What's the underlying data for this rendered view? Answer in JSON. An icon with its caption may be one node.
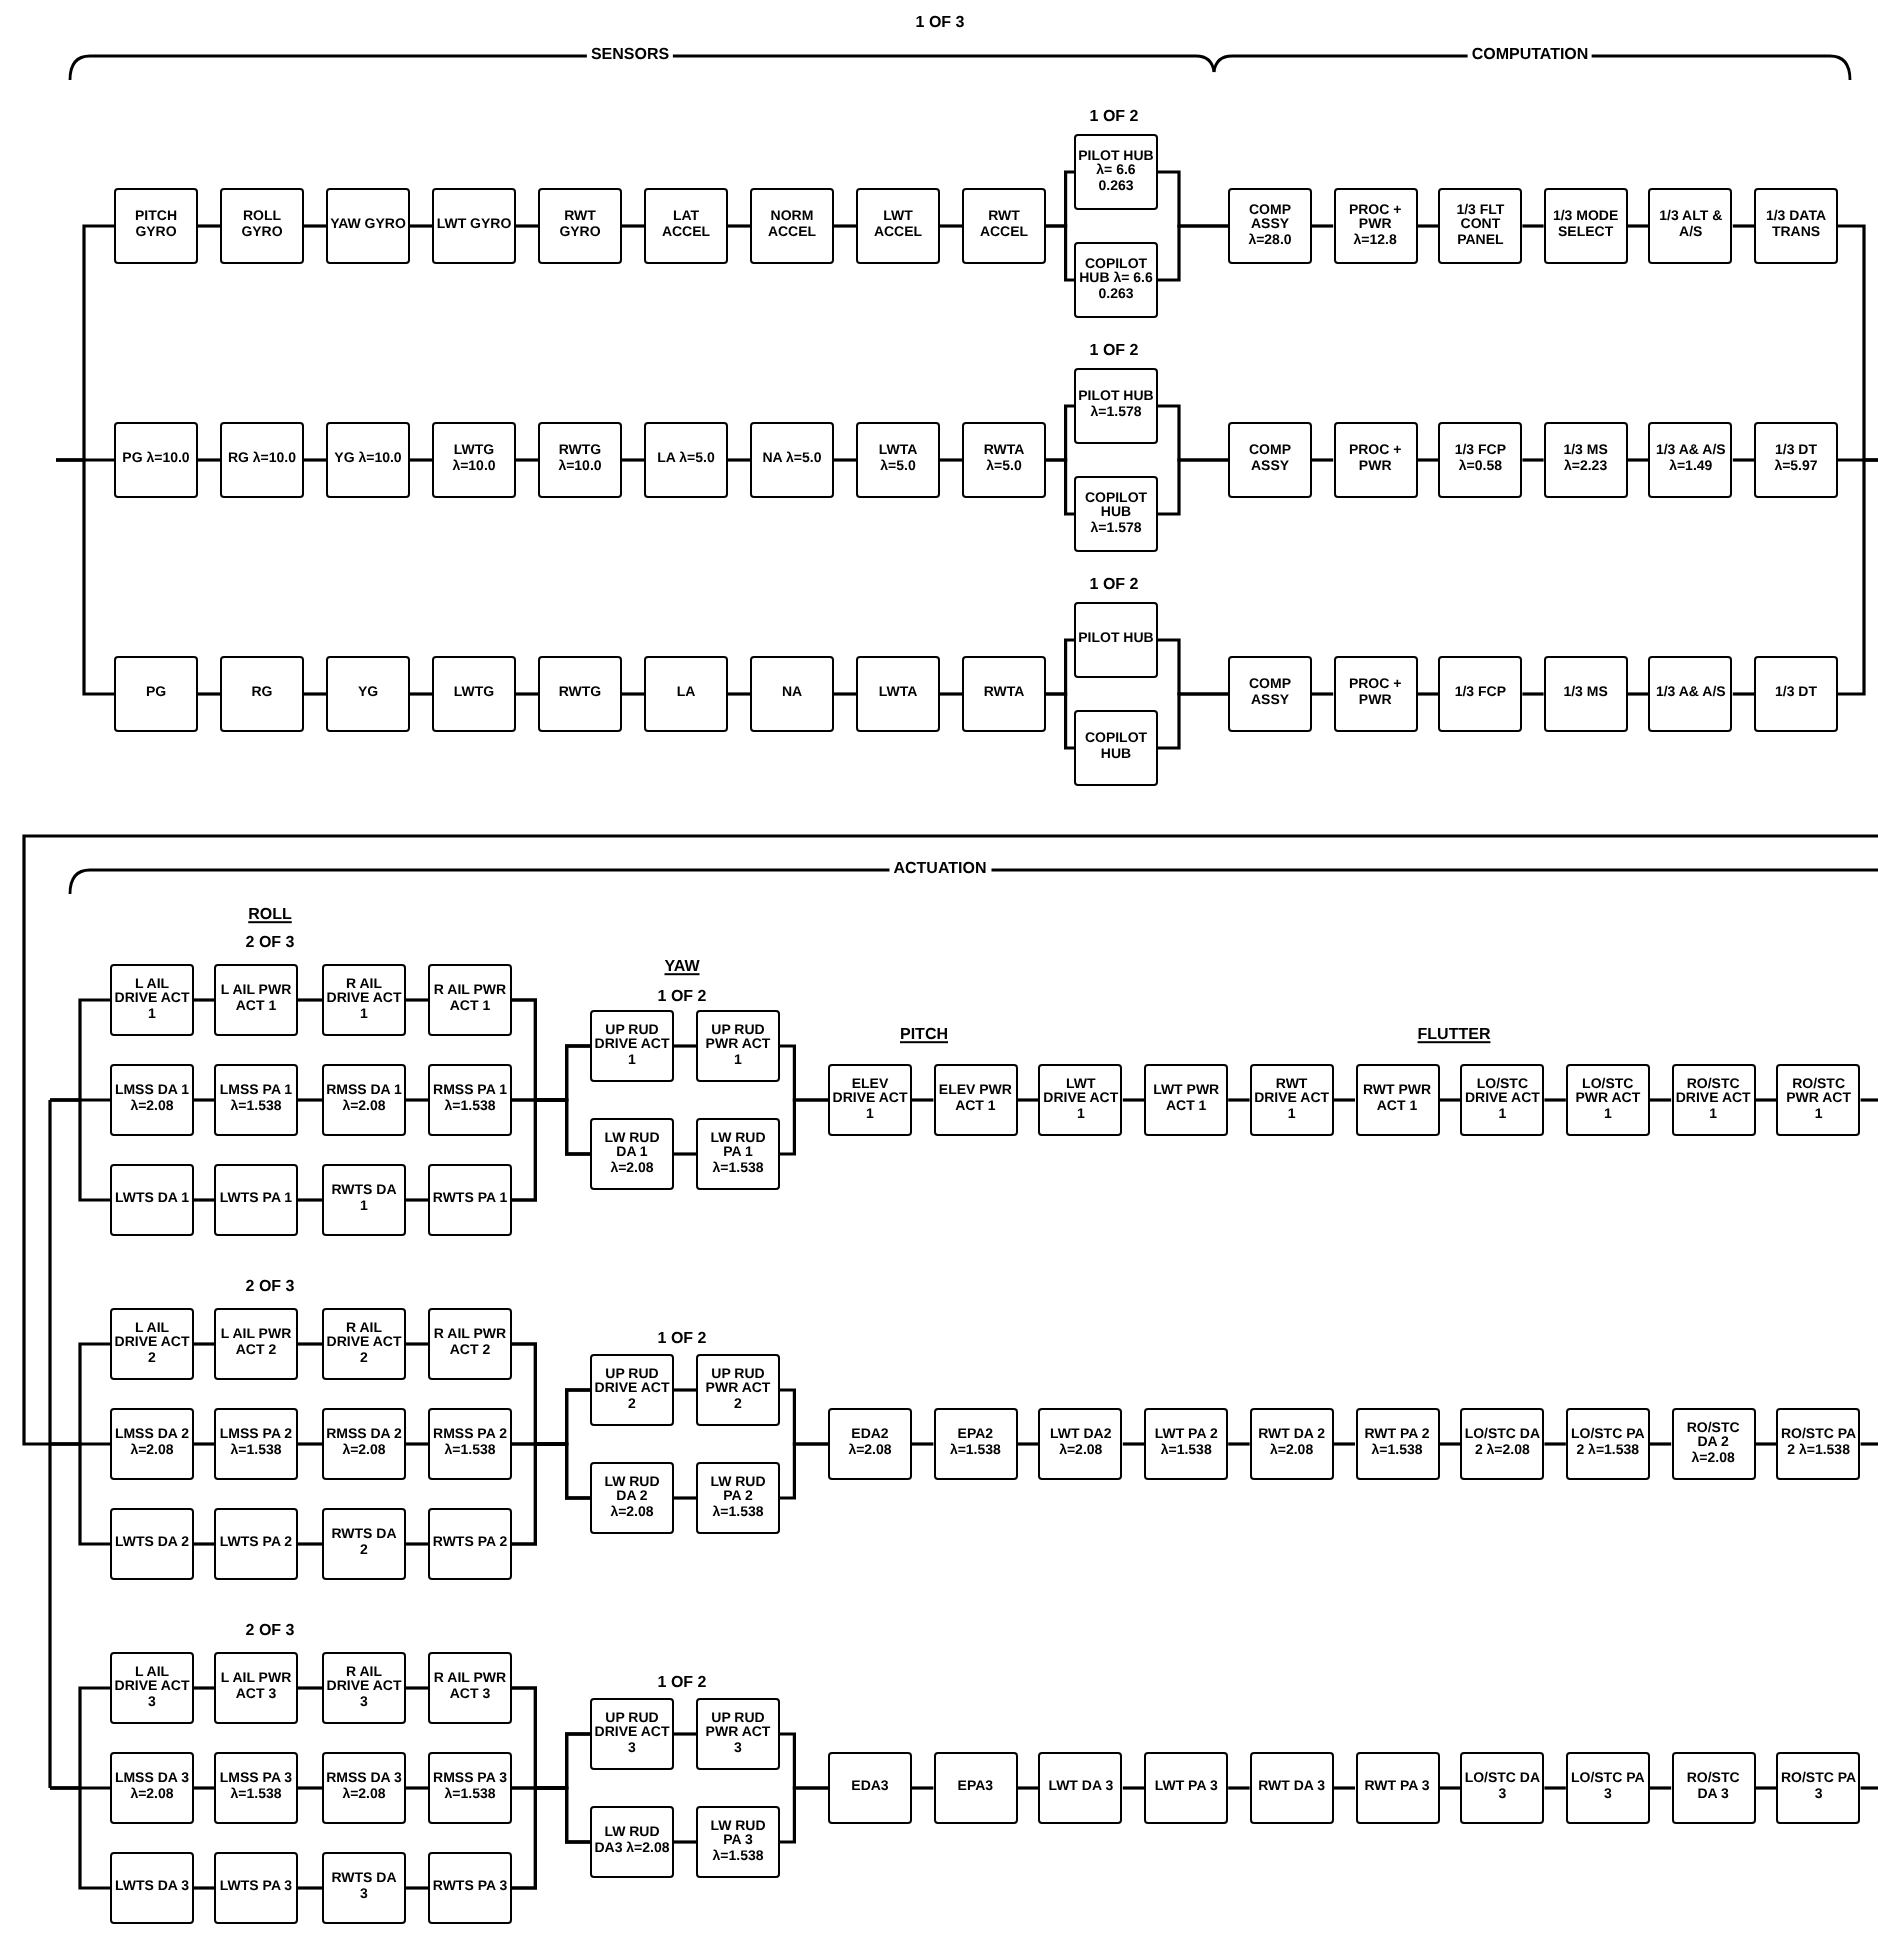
{
  "diagram": {
    "nodes": [
      {
        "text": [
          "PITCH GYRO"
        ]
      },
      {
        "text": [
          "ROLL GYRO"
        ]
      },
      {
        "text": [
          "YAW GYRO"
        ]
      },
      {
        "text": [
          "LWT GYRO"
        ]
      },
      {
        "text": [
          "RWT GYRO"
        ]
      },
      {
        "text": [
          "LAT ACCEL"
        ]
      },
      {
        "text": [
          "NORM ACCEL"
        ]
      },
      {
        "text": [
          "LWT ACCEL"
        ]
      },
      {
        "text": [
          "RWT ACCEL"
        ]
      },
      {
        "text": [
          "PILOT HUB λ= 6.6 0.263"
        ]
      },
      {
        "text": [
          "COPILOT HUB λ= 6.6 0.263"
        ]
      },
      {
        "text": [
          "COMP ASSY λ=28.0"
        ]
      },
      {
        "text": [
          "PROC + PWR λ=12.8"
        ]
      },
      {
        "text": [
          "1/3 FLT CONT PANEL"
        ]
      },
      {
        "text": [
          "1/3 MODE SELECT"
        ]
      },
      {
        "text": [
          "1/3 ALT & A/S"
        ]
      },
      {
        "text": [
          "1/3 DATA TRANS"
        ]
      },
      {
        "text": [
          "PG λ=10.0"
        ]
      },
      {
        "text": [
          "RG λ=10.0"
        ]
      },
      {
        "text": [
          "YG λ=10.0"
        ]
      },
      {
        "text": [
          "LWTG λ=10.0"
        ]
      },
      {
        "text": [
          "RWTG λ=10.0"
        ]
      },
      {
        "text": [
          "LA λ=5.0"
        ]
      },
      {
        "text": [
          "NA λ=5.0"
        ]
      },
      {
        "text": [
          "LWTA λ=5.0"
        ]
      },
      {
        "text": [
          "RWTA λ=5.0"
        ]
      },
      {
        "text": [
          "PILOT HUB λ=1.578"
        ]
      },
      {
        "text": [
          "COPILOT HUB λ=1.578"
        ]
      },
      {
        "text": [
          "COMP ASSY"
        ]
      },
      {
        "text": [
          "PROC + PWR"
        ]
      },
      {
        "text": [
          "1/3 FCP λ=0.58"
        ]
      },
      {
        "text": [
          "1/3 MS λ=2.23"
        ]
      },
      {
        "text": [
          "1/3 A& A/S λ=1.49"
        ]
      },
      {
        "text": [
          "1/3 DT λ=5.97"
        ]
      },
      {
        "text": [
          "PG"
        ]
      },
      {
        "text": [
          "RG"
        ]
      },
      {
        "text": [
          "YG"
        ]
      },
      {
        "text": [
          "LWTG"
        ]
      },
      {
        "text": [
          "RWTG"
        ]
      },
      {
        "text": [
          "LA"
        ]
      },
      {
        "text": [
          "NA"
        ]
      },
      {
        "text": [
          "LWTA"
        ]
      },
      {
        "text": [
          "RWTA"
        ]
      },
      {
        "text": [
          "PILOT HUB"
        ]
      },
      {
        "text": [
          "COPILOT HUB"
        ]
      },
      {
        "text": [
          "COMP ASSY"
        ]
      },
      {
        "text": [
          "PROC + PWR"
        ]
      },
      {
        "text": [
          "1/3 FCP"
        ]
      },
      {
        "text": [
          "1/3 MS"
        ]
      },
      {
        "text": [
          "1/3 A& A/S"
        ]
      },
      {
        "text": [
          "1/3 DT"
        ]
      },
      {
        "text": [
          "L AIL DRIVE ACT 1"
        ]
      },
      {
        "text": [
          "L AIL PWR ACT 1"
        ]
      },
      {
        "text": [
          "R AIL DRIVE ACT 1"
        ]
      },
      {
        "text": [
          "R AIL PWR ACT 1"
        ]
      },
      {
        "text": [
          "LMSS DA 1 λ=2.08"
        ]
      },
      {
        "text": [
          "LMSS PA 1 λ=1.538"
        ]
      },
      {
        "text": [
          "RMSS DA 1 λ=2.08"
        ]
      },
      {
        "text": [
          "RMSS PA 1 λ=1.538"
        ]
      },
      {
        "text": [
          "LWTS DA 1"
        ]
      },
      {
        "text": [
          "LWTS PA 1"
        ]
      },
      {
        "text": [
          "RWTS DA 1"
        ]
      },
      {
        "text": [
          "RWTS PA 1"
        ]
      },
      {
        "text": [
          "UP RUD DRIVE ACT 1"
        ]
      },
      {
        "text": [
          "UP RUD PWR ACT 1"
        ]
      },
      {
        "text": [
          "LW RUD DA 1 λ=2.08"
        ]
      },
      {
        "text": [
          "LW RUD PA 1 λ=1.538"
        ]
      },
      {
        "text": [
          "ELEV DRIVE ACT 1"
        ]
      },
      {
        "text": [
          "ELEV PWR ACT 1"
        ]
      },
      {
        "text": [
          "LWT DRIVE ACT 1"
        ]
      },
      {
        "text": [
          "LWT PWR ACT 1"
        ]
      },
      {
        "text": [
          "RWT DRIVE ACT 1"
        ]
      },
      {
        "text": [
          "RWT PWR ACT 1"
        ]
      },
      {
        "text": [
          "LO/STC DRIVE ACT 1"
        ]
      },
      {
        "text": [
          "LO/STC PWR ACT 1"
        ]
      },
      {
        "text": [
          "RO/STC DRIVE ACT 1"
        ]
      },
      {
        "text": [
          "RO/STC PWR ACT 1"
        ]
      },
      {
        "text": [
          "L AIL DRIVE ACT 2"
        ]
      },
      {
        "text": [
          "L AIL PWR ACT 2"
        ]
      },
      {
        "text": [
          "R AIL DRIVE ACT 2"
        ]
      },
      {
        "text": [
          "R AIL PWR ACT 2"
        ]
      },
      {
        "text": [
          "LMSS DA 2 λ=2.08"
        ]
      },
      {
        "text": [
          "LMSS PA 2 λ=1.538"
        ]
      },
      {
        "text": [
          "RMSS DA 2 λ=2.08"
        ]
      },
      {
        "text": [
          "RMSS PA 2 λ=1.538"
        ]
      },
      {
        "text": [
          "LWTS DA 2"
        ]
      },
      {
        "text": [
          "LWTS PA 2"
        ]
      },
      {
        "text": [
          "RWTS DA 2"
        ]
      },
      {
        "text": [
          "RWTS PA 2"
        ]
      },
      {
        "text": [
          "UP RUD DRIVE ACT 2"
        ]
      },
      {
        "text": [
          "UP RUD PWR ACT 2"
        ]
      },
      {
        "text": [
          "LW RUD DA 2 λ=2.08"
        ]
      },
      {
        "text": [
          "LW RUD PA 2 λ=1.538"
        ]
      },
      {
        "text": [
          "EDA2 λ=2.08"
        ]
      },
      {
        "text": [
          "EPA2 λ=1.538"
        ]
      },
      {
        "text": [
          "LWT DA2 λ=2.08"
        ]
      },
      {
        "text": [
          "LWT PA 2 λ=1.538"
        ]
      },
      {
        "text": [
          "RWT DA 2 λ=2.08"
        ]
      },
      {
        "text": [
          "RWT PA 2 λ=1.538"
        ]
      },
      {
        "text": [
          "LO/STC DA 2 λ=2.08"
        ]
      },
      {
        "text": [
          "LO/STC PA 2 λ=1.538"
        ]
      },
      {
        "text": [
          "RO/STC DA 2 λ=2.08"
        ]
      },
      {
        "text": [
          "RO/STC PA 2 λ=1.538"
        ]
      },
      {
        "text": [
          "L AIL DRIVE ACT 3"
        ]
      },
      {
        "text": [
          "L AIL PWR ACT 3"
        ]
      },
      {
        "text": [
          "R AIL DRIVE ACT 3"
        ]
      },
      {
        "text": [
          "R AIL PWR ACT 3"
        ]
      },
      {
        "text": [
          "LMSS DA 3 λ=2.08"
        ]
      },
      {
        "text": [
          "LMSS PA 3 λ=1.538"
        ]
      },
      {
        "text": [
          "RMSS DA 3 λ=2.08"
        ]
      },
      {
        "text": [
          "RMSS PA 3 λ=1.538"
        ]
      },
      {
        "text": [
          "LWTS DA 3"
        ]
      },
      {
        "text": [
          "LWTS PA 3"
        ]
      },
      {
        "text": [
          "RWTS DA 3"
        ]
      },
      {
        "text": [
          "RWTS PA 3"
        ]
      },
      {
        "text": [
          "UP RUD DRIVE ACT 3"
        ]
      },
      {
        "text": [
          "UP RUD PWR ACT 3"
        ]
      },
      {
        "text": [
          "LW RUD DA3 λ=2.08"
        ]
      },
      {
        "text": [
          "LW RUD PA 3 λ=1.538"
        ]
      },
      {
        "text": [
          "EDA3"
        ]
      },
      {
        "text": [
          "EPA3"
        ]
      },
      {
        "text": [
          "LWT DA 3"
        ]
      },
      {
        "text": [
          "LWT PA 3"
        ]
      },
      {
        "text": [
          "RWT DA 3"
        ]
      },
      {
        "text": [
          "RWT PA 3"
        ]
      },
      {
        "text": [
          "LO/STC DA 3"
        ]
      },
      {
        "text": [
          "LO/STC PA 3"
        ]
      },
      {
        "text": [
          "RO/STC DA 3"
        ]
      },
      {
        "text": [
          "RO/STC PA 3"
        ]
      }
    ],
    "edges": [
      {
        "from": null,
        "to": 0,
        "arrow": "none"
      },
      {
        "from": 0,
        "to": 1,
        "arrow": "none"
      },
      {
        "from": 1,
        "to": 2,
        "arrow": "none"
      },
      {
        "from": 2,
        "to": 3,
        "arrow": "none"
      },
      {
        "from": 3,
        "to": 4,
        "arrow": "none"
      },
      {
        "from": 4,
        "to": 5,
        "arrow": "none"
      },
      {
        "from": 5,
        "to": 6,
        "arrow": "none"
      },
      {
        "from": 6,
        "to": 7,
        "arrow": "none"
      },
      {
        "from": 7,
        "to": 8,
        "arrow": "none"
      },
      {
        "from": 8,
        "to": 9,
        "arrow": "none"
      },
      {
        "from": 8,
        "to": 10,
        "arrow": "none"
      },
      {
        "from": 9,
        "to": 11,
        "arrow": "none"
      },
      {
        "from": 10,
        "to": 11,
        "arrow": "none"
      },
      {
        "from": 11,
        "to": 12,
        "arrow": "none"
      },
      {
        "from": 12,
        "to": 13,
        "arrow": "none"
      },
      {
        "from": 13,
        "to": 14,
        "arrow": "none"
      },
      {
        "from": 14,
        "to": 15,
        "arrow": "none"
      },
      {
        "from": 15,
        "to": 16,
        "arrow": "none"
      },
      {
        "from": 16,
        "to": null,
        "arrow": "none"
      },
      {
        "from": null,
        "to": 17,
        "arrow": "none"
      },
      {
        "from": 17,
        "to": 18,
        "arrow": "none"
      },
      {
        "from": 18,
        "to": 19,
        "arrow": "none"
      },
      {
        "from": 19,
        "to": 20,
        "arrow": "none"
      },
      {
        "from": 20,
        "to": 21,
        "arrow": "none"
      },
      {
        "from": 21,
        "to": 22,
        "arrow": "none"
      },
      {
        "from": 22,
        "to": 23,
        "arrow": "none"
      },
      {
        "from": 23,
        "to": 24,
        "arrow": "none"
      },
      {
        "from": 24,
        "to": 25,
        "arrow": "none"
      },
      {
        "from": 25,
        "to": 26,
        "arrow": "none"
      },
      {
        "from": 25,
        "to": 27,
        "arrow": "none"
      },
      {
        "from": 26,
        "to": 28,
        "arrow": "none"
      },
      {
        "from": 27,
        "to": 28,
        "arrow": "none"
      },
      {
        "from": 28,
        "to": 29,
        "arrow": "none"
      },
      {
        "from": 29,
        "to": 30,
        "arrow": "none"
      },
      {
        "from": 30,
        "to": 31,
        "arrow": "none"
      },
      {
        "from": 31,
        "to": 32,
        "arrow": "none"
      },
      {
        "from": 32,
        "to": 33,
        "arrow": "none"
      },
      {
        "from": 33,
        "to": null,
        "arrow": "none"
      },
      {
        "from": null,
        "to": 34,
        "arrow": "none"
      },
      {
        "from": 34,
        "to": 35,
        "arrow": "none"
      },
      {
        "from": 35,
        "to": 36,
        "arrow": "none"
      },
      {
        "from": 36,
        "to": 37,
        "arrow": "none"
      },
      {
        "from": 37,
        "to": 38,
        "arrow": "none"
      },
      {
        "from": 38,
        "to": 39,
        "arrow": "none"
      },
      {
        "from": 39,
        "to": 40,
        "arrow": "none"
      },
      {
        "from": 40,
        "to": 41,
        "arrow": "none"
      },
      {
        "from": 41,
        "to": 42,
        "arrow": "none"
      },
      {
        "from": 42,
        "to": 43,
        "arrow": "none"
      },
      {
        "from": 42,
        "to": 44,
        "arrow": "none"
      },
      {
        "from": 43,
        "to": 45,
        "arrow": "none"
      },
      {
        "from": 44,
        "to": 45,
        "arrow": "none"
      },
      {
        "from": 45,
        "to": 46,
        "arrow": "none"
      },
      {
        "from": 46,
        "to": 47,
        "arrow": "none"
      },
      {
        "from": 47,
        "to": 48,
        "arrow": "none"
      },
      {
        "from": 48,
        "to": 49,
        "arrow": "none"
      },
      {
        "from": 49,
        "to": 50,
        "arrow": "none"
      },
      {
        "from": 50,
        "to": null,
        "arrow": "none"
      },
      {
        "from": null,
        "to": 51,
        "arrow": "none"
      },
      {
        "from": null,
        "to": 55,
        "arrow": "none"
      },
      {
        "from": null,
        "to": 59,
        "arrow": "none"
      },
      {
        "from": 51,
        "to": 52,
        "arrow": "none"
      },
      {
        "from": 52,
        "to": 53,
        "arrow": "none"
      },
      {
        "from": 53,
        "to": 54,
        "arrow": "none"
      },
      {
        "from": 55,
        "to": 56,
        "arrow": "none"
      },
      {
        "from": 56,
        "to": 57,
        "arrow": "none"
      },
      {
        "from": 57,
        "to": 58,
        "arrow": "none"
      },
      {
        "from": 59,
        "to": 60,
        "arrow": "none"
      },
      {
        "from": 60,
        "to": 61,
        "arrow": "none"
      },
      {
        "from": 61,
        "to": 62,
        "arrow": "none"
      },
      {
        "from": 54,
        "to": 63,
        "arrow": "none"
      },
      {
        "from": 54,
        "to": 65,
        "arrow": "none"
      },
      {
        "from": 58,
        "to": 63,
        "arrow": "none"
      },
      {
        "from": 58,
        "to": 65,
        "arrow": "none"
      },
      {
        "from": 62,
        "to": 63,
        "arrow": "none"
      },
      {
        "from": 62,
        "to": 65,
        "arrow": "none"
      },
      {
        "from": 63,
        "to": 64,
        "arrow": "none"
      },
      {
        "from": 65,
        "to": 66,
        "arrow": "none"
      },
      {
        "from": 64,
        "to": 67,
        "arrow": "none"
      },
      {
        "from": 66,
        "to": 67,
        "arrow": "none"
      },
      {
        "from": 67,
        "to": 68,
        "arrow": "none"
      },
      {
        "from": 68,
        "to": 69,
        "arrow": "none"
      },
      {
        "from": 69,
        "to": 70,
        "arrow": "none"
      },
      {
        "from": 70,
        "to": 71,
        "arrow": "none"
      },
      {
        "from": 71,
        "to": 72,
        "arrow": "none"
      },
      {
        "from": 72,
        "to": 73,
        "arrow": "none"
      },
      {
        "from": 73,
        "to": 74,
        "arrow": "none"
      },
      {
        "from": 74,
        "to": 75,
        "arrow": "none"
      },
      {
        "from": 75,
        "to": 76,
        "arrow": "none"
      },
      {
        "from": 76,
        "to": null,
        "arrow": "none"
      },
      {
        "from": null,
        "to": 77,
        "arrow": "none"
      },
      {
        "from": null,
        "to": 81,
        "arrow": "none"
      },
      {
        "from": null,
        "to": 85,
        "arrow": "none"
      },
      {
        "from": 77,
        "to": 78,
        "arrow": "none"
      },
      {
        "from": 78,
        "to": 79,
        "arrow": "none"
      },
      {
        "from": 79,
        "to": 80,
        "arrow": "none"
      },
      {
        "from": 81,
        "to": 82,
        "arrow": "none"
      },
      {
        "from": 82,
        "to": 83,
        "arrow": "none"
      },
      {
        "from": 83,
        "to": 84,
        "arrow": "none"
      },
      {
        "from": 85,
        "to": 86,
        "arrow": "none"
      },
      {
        "from": 86,
        "to": 87,
        "arrow": "none"
      },
      {
        "from": 87,
        "to": 88,
        "arrow": "none"
      },
      {
        "from": 80,
        "to": 89,
        "arrow": "none"
      },
      {
        "from": 80,
        "to": 91,
        "arrow": "none"
      },
      {
        "from": 84,
        "to": 89,
        "arrow": "none"
      },
      {
        "from": 84,
        "to": 91,
        "arrow": "none"
      },
      {
        "from": 88,
        "to": 89,
        "arrow": "none"
      },
      {
        "from": 88,
        "to": 91,
        "arrow": "none"
      },
      {
        "from": 89,
        "to": 90,
        "arrow": "none"
      },
      {
        "from": 91,
        "to": 92,
        "arrow": "none"
      },
      {
        "from": 90,
        "to": 93,
        "arrow": "none"
      },
      {
        "from": 92,
        "to": 93,
        "arrow": "none"
      },
      {
        "from": 93,
        "to": 94,
        "arrow": "none"
      },
      {
        "from": 94,
        "to": 95,
        "arrow": "none"
      },
      {
        "from": 95,
        "to": 96,
        "arrow": "none"
      },
      {
        "from": 96,
        "to": 97,
        "arrow": "none"
      },
      {
        "from": 97,
        "to": 98,
        "arrow": "none"
      },
      {
        "from": 98,
        "to": 99,
        "arrow": "none"
      },
      {
        "from": 99,
        "to": 100,
        "arrow": "none"
      },
      {
        "from": 100,
        "to": 101,
        "arrow": "none"
      },
      {
        "from": 101,
        "to": 102,
        "arrow": "none"
      },
      {
        "from": 102,
        "to": null,
        "arrow": "none"
      },
      {
        "from": null,
        "to": 103,
        "arrow": "none"
      },
      {
        "from": null,
        "to": 107,
        "arrow": "none"
      },
      {
        "from": null,
        "to": 111,
        "arrow": "none"
      },
      {
        "from": 103,
        "to": 104,
        "arrow": "none"
      },
      {
        "from": 104,
        "to": 105,
        "arrow": "none"
      },
      {
        "from": 105,
        "to": 106,
        "arrow": "none"
      },
      {
        "from": 107,
        "to": 108,
        "arrow": "none"
      },
      {
        "from": 108,
        "to": 109,
        "arrow": "none"
      },
      {
        "from": 109,
        "to": 110,
        "arrow": "none"
      },
      {
        "from": 111,
        "to": 112,
        "arrow": "none"
      },
      {
        "from": 112,
        "to": 113,
        "arrow": "none"
      },
      {
        "from": 113,
        "to": 114,
        "arrow": "none"
      },
      {
        "from": 106,
        "to": 115,
        "arrow": "none"
      },
      {
        "from": 106,
        "to": 117,
        "arrow": "none"
      },
      {
        "from": 110,
        "to": 115,
        "arrow": "none"
      },
      {
        "from": 110,
        "to": 117,
        "arrow": "none"
      },
      {
        "from": 114,
        "to": 115,
        "arrow": "none"
      },
      {
        "from": 114,
        "to": 117,
        "arrow": "none"
      },
      {
        "from": 115,
        "to": 116,
        "arrow": "none"
      },
      {
        "from": 117,
        "to": 118,
        "arrow": "none"
      },
      {
        "from": 116,
        "to": 119,
        "arrow": "none"
      },
      {
        "from": 118,
        "to": 119,
        "arrow": "none"
      },
      {
        "from": 119,
        "to": 120,
        "arrow": "none"
      },
      {
        "from": 120,
        "to": 121,
        "arrow": "none"
      },
      {
        "from": 121,
        "to": 122,
        "arrow": "none"
      },
      {
        "from": 122,
        "to": 123,
        "arrow": "none"
      },
      {
        "from": 123,
        "to": 124,
        "arrow": "none"
      },
      {
        "from": 124,
        "to": 125,
        "arrow": "none"
      },
      {
        "from": 125,
        "to": 126,
        "arrow": "none"
      },
      {
        "from": 126,
        "to": 127,
        "arrow": "none"
      },
      {
        "from": 127,
        "to": 128,
        "arrow": "none"
      },
      {
        "from": 128,
        "to": null,
        "arrow": "none"
      }
    ],
    "labels": [
      "1 OF 3",
      "SENSORS",
      "COMPUTATION",
      "1 OF 2",
      "1 OF 2",
      "1 OF 2",
      "ACTUATION",
      "ROLL",
      "2 OF 3",
      "YAW",
      "1 OF 2",
      "PITCH",
      "FLUTTER",
      "2 OF 3",
      "1 OF 2",
      "2 OF 3",
      "1 OF 2"
    ]
  }
}
